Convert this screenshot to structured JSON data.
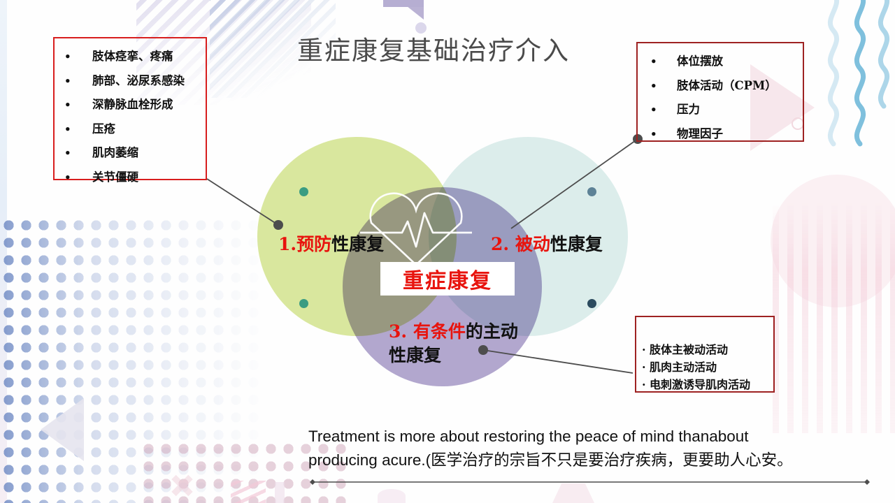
{
  "page": {
    "title": "重症康复基础治疗介入"
  },
  "boxes": {
    "top_left": {
      "name": "preventive-rehab-issues",
      "items": [
        "肢体痉挛、疼痛",
        "肺部、泌尿系感染",
        "深静脉血栓形成",
        "压疮",
        "肌肉萎缩",
        "关节僵硬"
      ],
      "border_color": "#d81e1e"
    },
    "top_right": {
      "name": "passive-rehab-methods",
      "items": [
        "体位摆放",
        "肢体活动（CPM）",
        "压力",
        "物理因子"
      ],
      "border_color": "#9e2222"
    },
    "bottom_right": {
      "name": "conditional-active-rehab-methods",
      "items": [
        "肢体主被动活动",
        "肌肉主动活动",
        "电刺激诱导肌肉活动"
      ],
      "border_color": "#9e2222"
    }
  },
  "venn": {
    "center_label": "重症康复",
    "center_label_color": "#e8140e",
    "circles": [
      {
        "name": "preventive",
        "color": "#dae89f"
      },
      {
        "name": "passive",
        "color": "#ddeeec"
      },
      {
        "name": "active",
        "color": "#b3a8cf"
      }
    ],
    "labels": {
      "one": {
        "number": "1.",
        "highlight": "预防",
        "rest": "性康复"
      },
      "two": {
        "number": "2.",
        "highlight": "被动",
        "rest": "性康复"
      },
      "three": {
        "number": "3.",
        "highlight": "有条件",
        "rest": "的主动性康复"
      }
    },
    "icon": "heart-ecg-icon"
  },
  "footer": {
    "line1": "Treatment is more about restoring the peace of mind thanabout",
    "line2": "producing acure.(医学治疗的宗旨不只是要治疗疾病，更要助人心安。"
  },
  "colors": {
    "accent_red": "#e8140e",
    "box_red": "#d81e1e",
    "title_grey": "#4a4a4a",
    "connector_grey": "#4d4d4d"
  }
}
